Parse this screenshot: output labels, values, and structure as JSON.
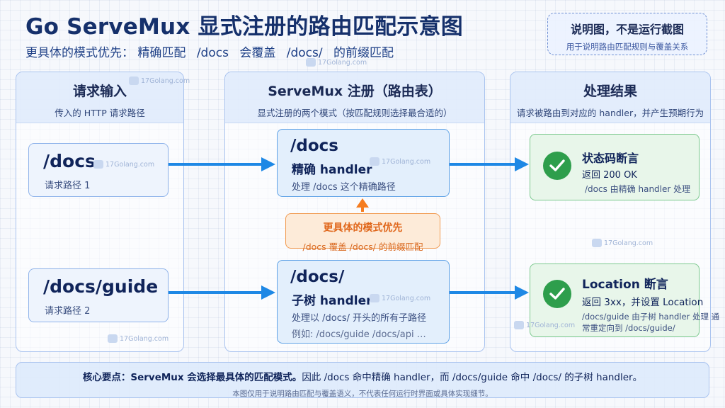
{
  "header": {
    "title": "Go ServeMux 显式注册的路由匹配示意图",
    "subtitle_lead": "更具体的模式优先：  精确匹配",
    "subtitle_code1": "/docs",
    "subtitle_mid": "会覆盖",
    "subtitle_code2": "/docs/",
    "subtitle_tail": "的前缀匹配"
  },
  "note": {
    "title": "说明图，不是运行截图",
    "subtitle": "用于说明路由匹配规则与覆盖关系"
  },
  "columns": {
    "requests": {
      "title": "请求输入",
      "subtitle": "传入的 HTTP 请求路径"
    },
    "mux": {
      "title": "ServeMux 注册（路由表）",
      "subtitle": "显式注册的两个模式（按匹配规则选择最合适的）"
    },
    "results": {
      "title": "处理结果",
      "subtitle": "请求被路由到对应的 handler，并产生预期行为"
    }
  },
  "requests": [
    {
      "path": "/docs",
      "label": "请求路径 1"
    },
    {
      "path": "/docs/guide",
      "label": "请求路径 2"
    }
  ],
  "routes": [
    {
      "pattern": "/docs",
      "handler": "精确 handler",
      "desc": "处理   /docs 这个精确路径"
    },
    {
      "pattern": "/docs/",
      "handler": "子树 handler",
      "desc": "处理以  /docs/ 开头的所有子路径",
      "example": "例如: /docs/guide  /docs/api  …"
    }
  ],
  "priority": {
    "title": "更具体的模式优先",
    "detail": "/docs 覆盖  /docs/ 的前缀匹配"
  },
  "results": [
    {
      "title": "状态码断言",
      "line1": "返回 200 OK",
      "line2": "/docs 由精确 handler 处理"
    },
    {
      "title": "Location 断言",
      "line1": "返回 3xx，并设置 Location",
      "line2": "/docs/guide 由子树 handler 处理 通常重定向到  /docs/guide/"
    }
  ],
  "banner": {
    "lead": "核心要点：ServeMux 会选择最具体的匹配模式。",
    "rest": "因此 /docs 命中精确 handler，而 /docs/guide 命中 /docs/ 的子树 handler。",
    "note": "本图仅用于说明路由匹配与覆盖语义，不代表任何运行时界面或具体实现细节。"
  },
  "watermark": "17Golang.com",
  "colors": {
    "arrow_blue": "#1e88e5",
    "arrow_orange": "#f57c1f",
    "check_green": "#2e9e4c",
    "title_navy": "#15306b"
  }
}
